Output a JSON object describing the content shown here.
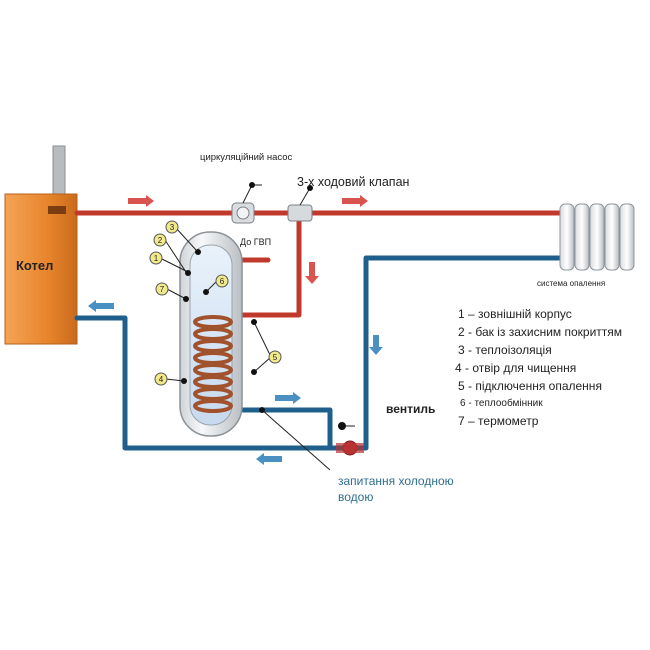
{
  "labels": {
    "boiler": "Котел",
    "pump": "циркуляційний насос",
    "valve": "3-х ходовий клапан",
    "hot_water": "До ГВП",
    "heating_system": "система опалення",
    "tap": "вентиль",
    "cold_water_line1": "запитання холодною",
    "cold_water_line2": "водою"
  },
  "markers": [
    "3",
    "2",
    "1",
    "7",
    "6",
    "4",
    "5"
  ],
  "legend": [
    {
      "num": "1",
      "text": "– зовнішній корпус"
    },
    {
      "num": "2",
      "text": "- бак із захисним покриттям"
    },
    {
      "num": "3",
      "text": "- теплоізоляція"
    },
    {
      "num": "4",
      "text": "- отвір для чищення"
    },
    {
      "num": "5",
      "text": "- підключення опалення"
    },
    {
      "num": "6",
      "text": "- теплообмінник"
    },
    {
      "num": "7",
      "text": "– термометр"
    }
  ],
  "colors": {
    "boiler": "#e8842c",
    "hot_pipe": "#c0392b",
    "cold_pipe": "#1f5f8b",
    "cold_text": "#2e6e8e",
    "marker_fill": "#f2ea8a",
    "coil": "#a0522d"
  }
}
